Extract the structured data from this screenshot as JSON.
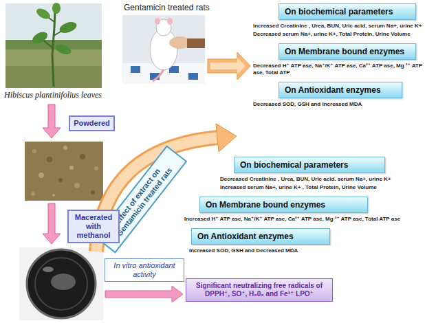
{
  "diagram": {
    "nodes": [
      {
        "text": [
          "On biochemical parameters"
        ]
      },
      {
        "text": [
          "On Membrane bound enzymes"
        ]
      },
      {
        "text": [
          "On Antioxidant enzymes"
        ]
      },
      {
        "text": [
          "Powdered"
        ]
      },
      {
        "text": [
          "Effect of extract on Gentamicin treated rats"
        ]
      },
      {
        "text": [
          "On biochemical parameters"
        ]
      },
      {
        "text": [
          "On Membrane bound enzymes"
        ]
      },
      {
        "text": [
          "On Antioxidant enzymes"
        ]
      },
      {
        "text": [
          "Macerated with methanol"
        ]
      },
      {
        "text": [
          "In vitro antioxidant activity"
        ]
      },
      {
        "text": [
          "Significant neutralizing free radicals of DPPH⁺, SO⁺, H₂0₂ and Fe³⁺ LPO⁺"
        ]
      }
    ],
    "labels": [
      "Gentamicin treated rats",
      "Hibiscus plantinifolius leaves",
      "Increased Creatinine , Urea, BUN, Uric acid, serum Na+, urine K+",
      "Decreased serum Na+, urine K+, Total Protein, Urine Volume",
      "Decreased H⁺ ATP ase, Na⁺/K⁺ ATP ase, Ca²⁺ ATP ase, Mg ²⁺ ATP ase, Total ATP",
      "Decreased SOD, GSH and Increased MDA",
      "Decreased Creatinine , Urea, BUN, Uric acid. serum Na+, urine K+",
      "Increased serum Na+, urine K+ , Total Protein, Urine Volume",
      "Increased H⁺ ATP ase, Na⁺/K⁺ ATP ase, Ca²⁺ ATP ase, Mg ²⁺ ATP ase, Total ATP ase",
      "Increased SOD, GSH and Decreased MDA"
    ]
  }
}
